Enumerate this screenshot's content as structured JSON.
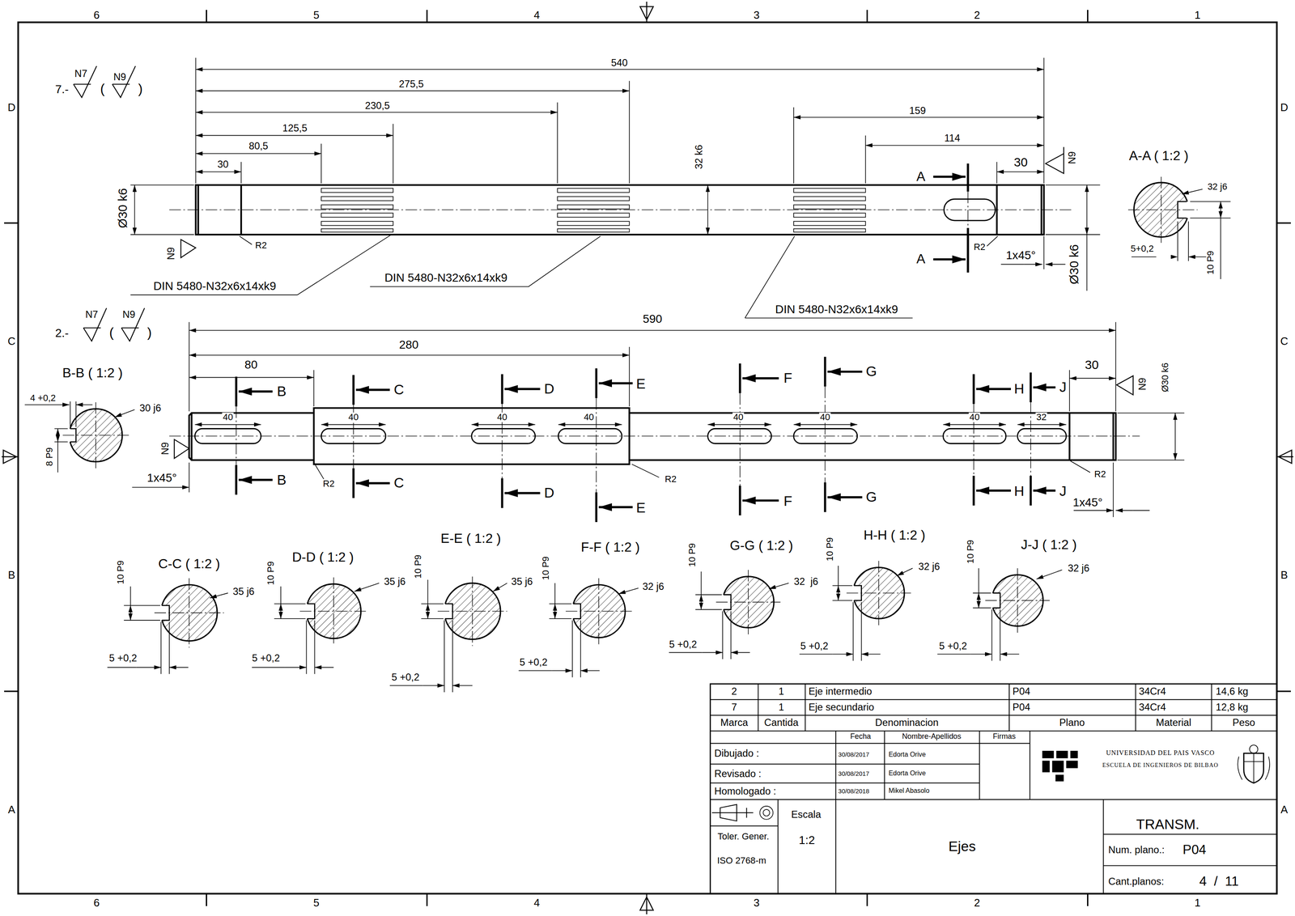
{
  "diagram": {
    "labels": [
      "6",
      "5",
      "4",
      "3",
      "2",
      "1",
      "D",
      "C",
      "B",
      "A",
      "D",
      "C",
      "B",
      "A",
      "6",
      "5",
      "4",
      "3",
      "2",
      "1",
      "7.-",
      "N7",
      "(",
      "N9",
      ")",
      "540",
      "275,5",
      "230,5",
      "125,5",
      "80,5",
      "30",
      "159",
      "114",
      "32 k6",
      "30",
      "N9",
      "A-A ( 1:2 )",
      "32 j6",
      "Ø30 k6",
      "N9",
      "R2",
      "A",
      "A",
      "R2",
      "1x45°",
      "Ø30 k6",
      "5+0,2",
      "10 P9",
      "DIN 5480-N32x6x14xk9",
      "DIN 5480-N32x6x14xk9",
      "DIN 5480-N32x6x14xk9",
      "2.-",
      "N7",
      "(",
      "N9",
      ")",
      "590",
      "280",
      "80",
      "30",
      "N9",
      "Ø30 k6",
      "B-B ( 1:2 )",
      "4 +0,2",
      "30 j6",
      "8 P9",
      "B",
      "B",
      "C",
      "C",
      "D",
      "D",
      "E",
      "E",
      "F",
      "F",
      "G",
      "G",
      "H",
      "H",
      "J",
      "J",
      "40",
      "40",
      "40",
      "40",
      "40",
      "40",
      "40",
      "32",
      "N9",
      "1x45°",
      "R2",
      "R2",
      "R2",
      "1x45°",
      "C-C ( 1:2 )",
      "10 P9",
      "35 j6",
      "5 +0,2",
      "D-D ( 1:2 )",
      "10 P9",
      "35 j6",
      "5 +0,2",
      "E-E ( 1:2 )",
      "10 P9",
      "35 j6",
      "5 +0,2",
      "F-F ( 1:2 )",
      "10 P9",
      "32 j6",
      "5 +0,2",
      "G-G ( 1:2 )",
      "10 P9",
      "32  j6",
      "5 +0,2",
      "H-H ( 1:2 )",
      "10 P9",
      "32 j6",
      "5 +0,2",
      "J-J ( 1:2 )",
      "10 P9",
      "32 j6",
      "5 +0,2",
      "2",
      "1",
      "Eje intermedio",
      "P04",
      "34Cr4",
      "14,6 kg",
      "7",
      "1",
      "Eje secundario",
      "P04",
      "34Cr4",
      "12,8 kg",
      "Marca",
      "Cantida",
      "Denominacion",
      "Plano",
      "Material",
      "Peso",
      "Fecha",
      "Nombre-Apellidos",
      "Firmas",
      "Dibujado :",
      "30/08/2017",
      "Edorta Orive",
      "Revisado :",
      "30/08/2017",
      "Edorta Orive",
      "Homologado :",
      "30/08/2018",
      "Mikel Abasolo",
      "UNIVERSIDAD DEL PAIS VASCO",
      "ESCUELA DE INGENIEROS DE BILBAO",
      "Escala",
      "Toler. Gener.",
      "1:2",
      "ISO 2768-m",
      "Ejes",
      "TRANSM.",
      "Num. plano.:",
      "P04",
      "Cant.planos:",
      "4  /  11"
    ]
  }
}
